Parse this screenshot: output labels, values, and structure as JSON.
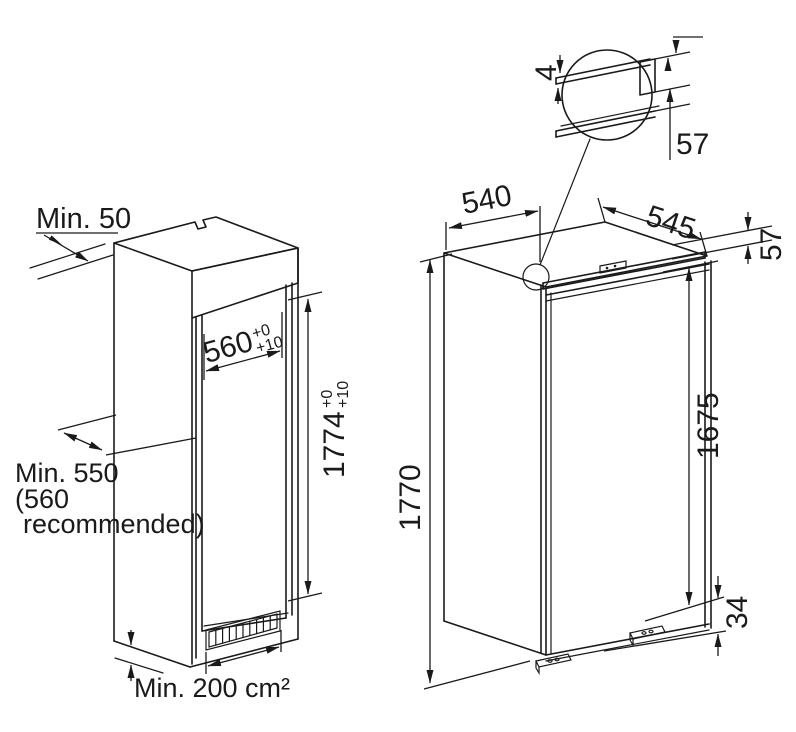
{
  "diagram": {
    "type": "appliance-installation-dimensions",
    "colors": {
      "line": "#1a1a1a",
      "background": "#ffffff"
    },
    "niche_view": {
      "rear_clearance": "Min. 50",
      "niche_width": "560",
      "niche_width_tol_upper": "+0",
      "niche_width_tol_lower": "+10",
      "niche_height": "1774",
      "niche_height_tol_upper": "+0",
      "niche_height_tol_lower": "+10",
      "depth_line1": "Min. 550",
      "depth_line2": "(560",
      "depth_line3": "recommended)",
      "vent_area": "Min. 200 cm²"
    },
    "appliance_view": {
      "width": "540",
      "depth": "545",
      "rail_offset_top": "57",
      "height": "1770",
      "door_height": "1675",
      "base_height": "34",
      "detail": {
        "rail_thickness": "4",
        "rail_drop": "57"
      }
    }
  }
}
